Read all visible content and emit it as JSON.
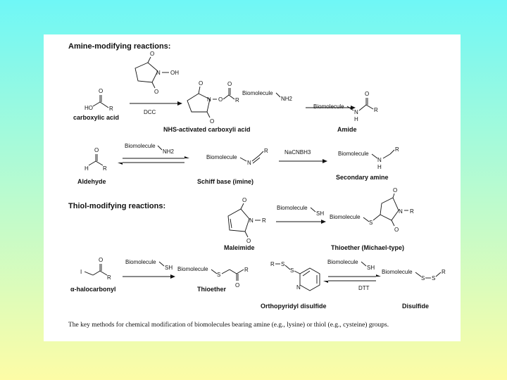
{
  "sections": {
    "amine_header": "Amine-modifying reactions:",
    "thiol_header": "Thiol-modifying reactions:"
  },
  "labels": {
    "carboxylic_acid": "carboxylic acid",
    "nhs_activated": "NHS-activated carboxyli acid",
    "amide": "Amide",
    "aldehyde": "Aldehyde",
    "schiff_base": "Schiff base (imine)",
    "secondary_amine": "Secondary amine",
    "maleimide": "Maleimide",
    "thioether_michael": "Thioether (Michael-type)",
    "halocarbonyl": "α-halocarbonyl",
    "thioether": "Thioether",
    "orthopyridyl_disulfide": "Orthopyridyl disulfide",
    "disulfide": "Disulfide"
  },
  "reagents": {
    "dcc": "DCC",
    "biomolecule_nh2": "Biomolecule",
    "nh2": "NH2",
    "nacnbh3": "NaCNBH3",
    "biomolecule_sh": "Biomolecule",
    "sh": "SH",
    "dtt": "DTT"
  },
  "atoms": {
    "o": "O",
    "n": "N",
    "h": "H",
    "r": "R",
    "s": "S",
    "ho": "HO",
    "oh": "OH",
    "x": "I",
    "biomolecule": "Biomolecule"
  },
  "caption": "The key methods for chemical modification of biomolecules bearing amine (e.g., lysine) or thiol (e.g., cysteine) groups."
}
